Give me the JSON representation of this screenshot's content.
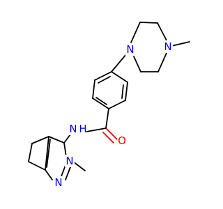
{
  "diagram": {
    "type": "chemical-structure",
    "colors": {
      "carbon_bond": "#000000",
      "nitrogen": "#0000ff",
      "oxygen": "#ff0000",
      "background": "#ffffff"
    },
    "atom_labels": {
      "piperazine_n1": "N",
      "piperazine_n4": "N",
      "amide_n": "N",
      "amide_h": "H",
      "carbonyl_o": "O",
      "pyrazole_n2": "N",
      "pyrazole_n1": "N"
    }
  }
}
